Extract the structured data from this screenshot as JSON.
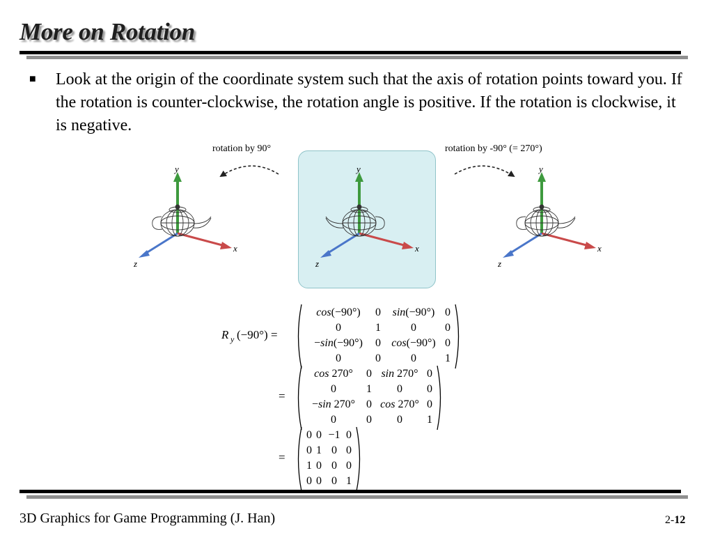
{
  "slide": {
    "title": "More on Rotation",
    "bullet": "Look at the origin of the coordinate system such that the axis of rotation points toward you. If the rotation is counter-clockwise, the rotation angle is positive. If the rotation is clockwise, it is negative."
  },
  "figure": {
    "left_caption": "rotation by 90°",
    "right_caption": "rotation by -90° (= 270°)",
    "axis_x": "x",
    "axis_y": "y",
    "axis_z": "z",
    "colors": {
      "x_axis": "#c94a4a",
      "y_axis": "#3e9a3e",
      "z_axis": "#4a76c9",
      "highlight": "#d8eff2"
    }
  },
  "equation": {
    "lhs": "R",
    "lhs_sub": "y",
    "lhs_arg": "(−90°) =",
    "eq": "=",
    "matrix1": [
      [
        "cos(−90°)",
        "0",
        "sin(−90°)",
        "0"
      ],
      [
        "0",
        "1",
        "0",
        "0"
      ],
      [
        "−sin(−90°)",
        "0",
        "cos(−90°)",
        "0"
      ],
      [
        "0",
        "0",
        "0",
        "1"
      ]
    ],
    "matrix2": [
      [
        "cos 270°",
        "0",
        "sin 270°",
        "0"
      ],
      [
        "0",
        "1",
        "0",
        "0"
      ],
      [
        "−sin 270°",
        "0",
        "cos 270°",
        "0"
      ],
      [
        "0",
        "0",
        "0",
        "1"
      ]
    ],
    "matrix3": [
      [
        "0",
        "0",
        "−1",
        "0"
      ],
      [
        "0",
        "1",
        "0",
        "0"
      ],
      [
        "1",
        "0",
        "0",
        "0"
      ],
      [
        "0",
        "0",
        "0",
        "1"
      ]
    ]
  },
  "footer": {
    "left": "3D Graphics for Game Programming (J. Han)",
    "page_prefix": "2-",
    "page_number": "12"
  }
}
